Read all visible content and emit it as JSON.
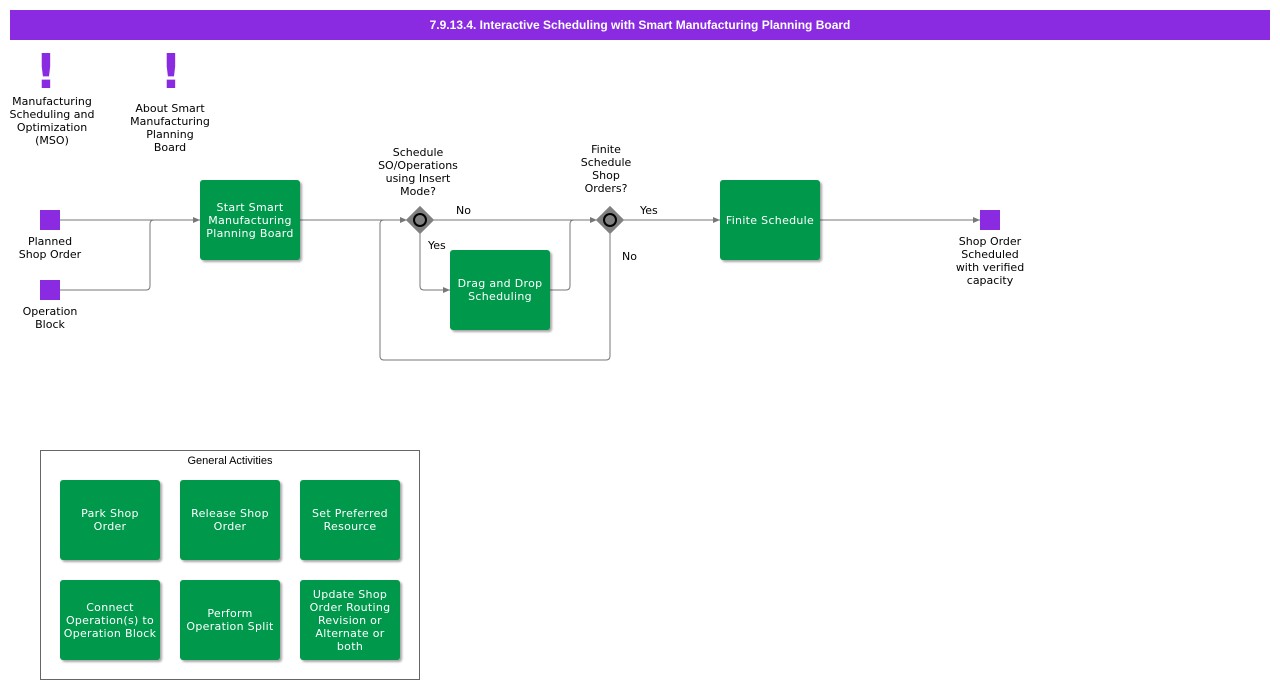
{
  "title": "7.9.13.4. Interactive Scheduling with Smart Manufacturing Planning Board",
  "colors": {
    "title_bar": "#8a2be2",
    "activity": "#00994c",
    "event": "#8a2be2",
    "gateway": "#808080",
    "edge": "#777777"
  },
  "annotations": [
    {
      "icon": "exclamation-icon",
      "mark": "!",
      "label": "Manufacturing\nScheduling and\nOptimization\n(MSO)"
    },
    {
      "icon": "exclamation-icon",
      "mark": "!",
      "label": "About Smart\nManufacturing\nPlanning\nBoard"
    }
  ],
  "events": {
    "planned_shop_order": "Planned\nShop Order",
    "operation_block": "Operation\nBlock",
    "end": "Shop Order\nScheduled\nwith verified\ncapacity"
  },
  "activities": {
    "start_board": "Start Smart Manufacturing Planning Board",
    "drag_drop": "Drag and Drop Scheduling",
    "finite_schedule": "Finite Schedule"
  },
  "gateways": {
    "insert_mode": "Schedule\nSO/Operations\nusing Insert\nMode?",
    "finite": "Finite\nSchedule\nShop\nOrders?"
  },
  "edge_labels": {
    "no_1": "No",
    "yes_1": "Yes",
    "yes_2": "Yes",
    "no_2": "No"
  },
  "general_activities": {
    "title": "General Activities",
    "items": [
      "Park Shop Order",
      "Release Shop Order",
      "Set Preferred Resource",
      "Connect Operation(s) to Operation Block",
      "Perform Operation Split",
      "Update Shop Order Routing Revision or Alternate or both"
    ]
  }
}
